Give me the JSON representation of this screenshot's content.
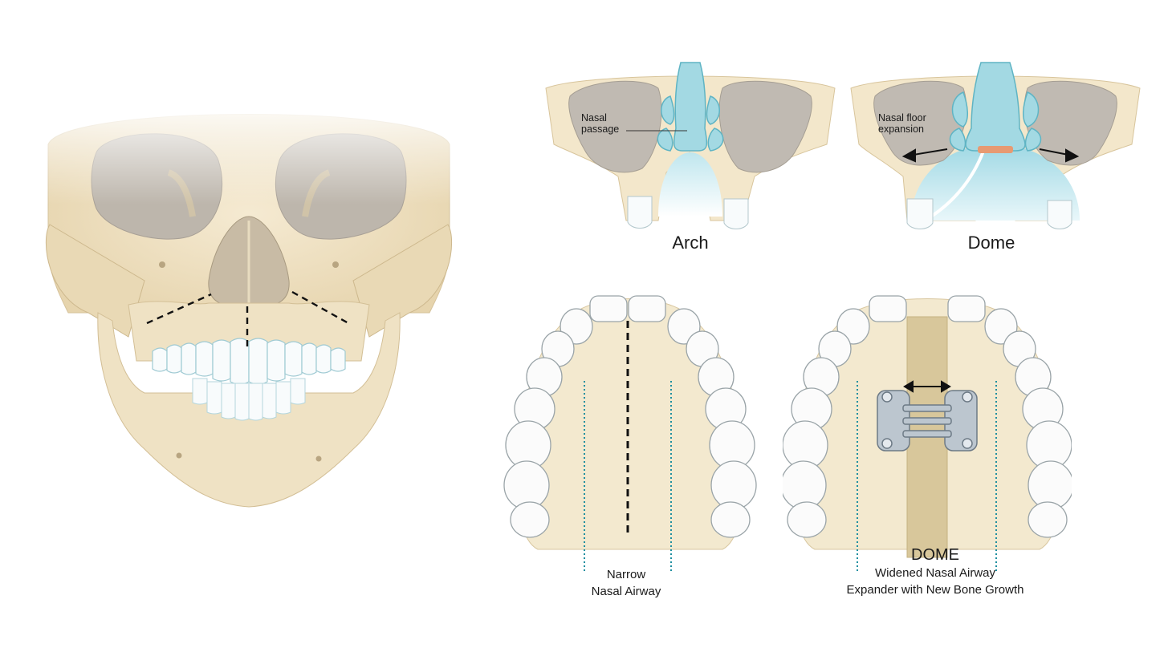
{
  "colors": {
    "bone": "#f0e4c8",
    "bone_dark": "#d9c59c",
    "bone_shadow": "#c9b48a",
    "orbit_grey": "#b7b2ab",
    "teeth": "#f7fafb",
    "teeth_blue": "#bfe3ea",
    "nasal_blue": "#9fd7e0",
    "nasal_stroke": "#5fb4c4",
    "dotted_teal": "#1f8fa0",
    "bone_graft": "#d8c79b",
    "expander_metal": "#b9c3cd",
    "pad_orange": "#e79a72"
  },
  "top_left": {
    "title": "Arch",
    "callout_line1": "Nasal",
    "callout_line2": "passage"
  },
  "top_right": {
    "title": "Dome",
    "callout_line1": "Nasal floor",
    "callout_line2": "expansion"
  },
  "bottom_left": {
    "caption_line1": "Narrow",
    "caption_line2": "Nasal Airway"
  },
  "bottom_right": {
    "caption_title": "DOME",
    "caption_line1": "Widened Nasal Airway",
    "caption_line2": "Expander with New Bone Growth"
  }
}
